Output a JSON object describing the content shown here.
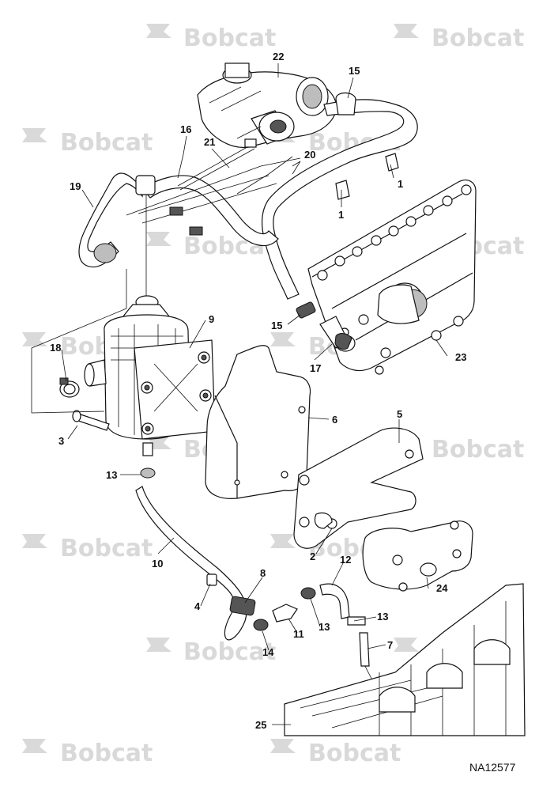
{
  "watermark": {
    "text": "Bobcat"
  },
  "figure_code": "NA12577",
  "callouts": [
    "22",
    "15",
    "16",
    "21",
    "20",
    "1",
    "1",
    "19",
    "9",
    "15",
    "17",
    "23",
    "18",
    "6",
    "3",
    "5",
    "13",
    "2",
    "12",
    "24",
    "10",
    "8",
    "4",
    "11",
    "13",
    "13",
    "14",
    "7",
    "25"
  ]
}
